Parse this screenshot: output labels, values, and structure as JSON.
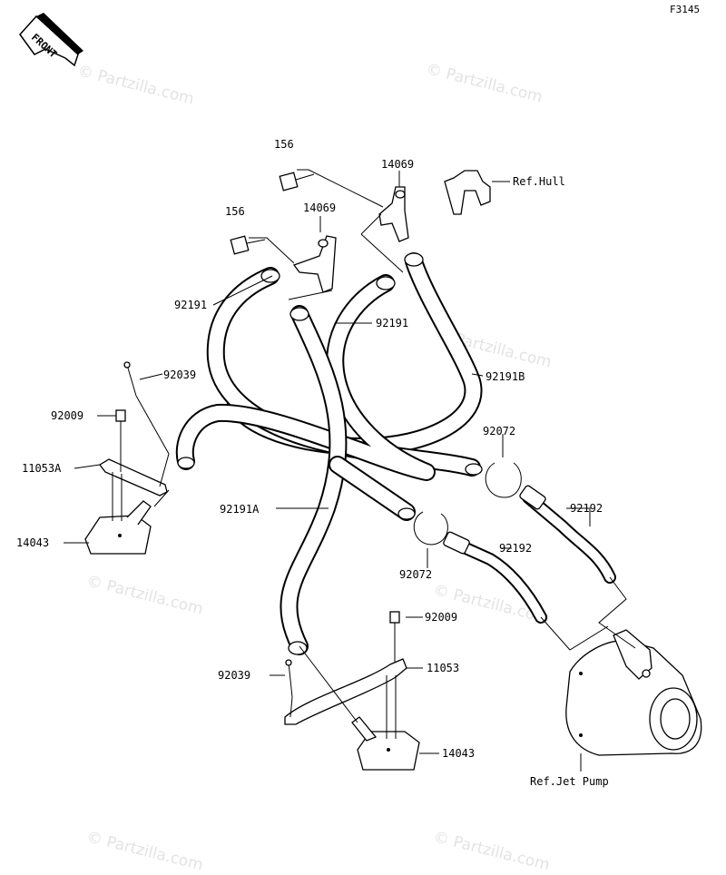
{
  "figure_code": "F3145",
  "front_label": "FRONT",
  "watermark": "© Partzilla.com",
  "callouts": {
    "bolt_upper": "156",
    "bolt_lower": "156",
    "fitting_upper": "14069",
    "fitting_lower": "14069",
    "ref_hull": "Ref.Hull",
    "hose_left": "92191",
    "hose_middle": "92191",
    "hose_right": "92191B",
    "hose_long": "92191A",
    "rivet_left": "92039",
    "rivet_lower": "92039",
    "screw_left": "92009",
    "screw_lower": "92009",
    "bracket_left": "11053A",
    "bracket_lower": "11053",
    "strainer_left": "14043",
    "strainer_lower": "14043",
    "clamp_right": "92072",
    "clamp_middle": "92072",
    "jet_hose_upper": "92192",
    "jet_hose_lower": "92192",
    "ref_jet_pump": "Ref.Jet Pump"
  }
}
